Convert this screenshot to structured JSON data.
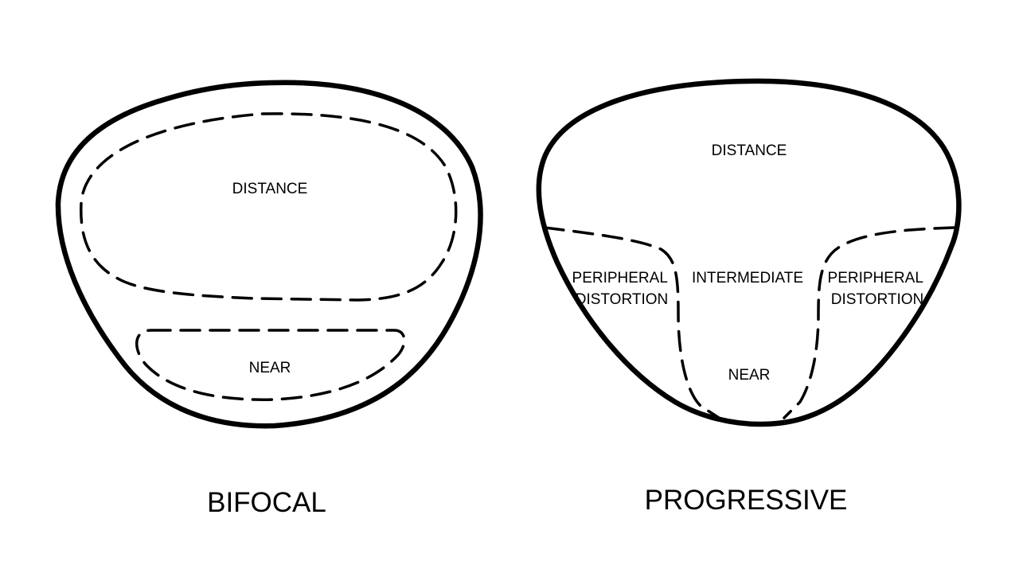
{
  "bifocal": {
    "caption": "BIFOCAL",
    "zones": {
      "distance": "DISTANCE",
      "near": "NEAR"
    }
  },
  "progressive": {
    "caption": "PROGRESSIVE",
    "zones": {
      "distance": "DISTANCE",
      "intermediate": "INTERMEDIATE",
      "near": "NEAR",
      "peripheral_left": [
        "PERIPHERAL",
        "DISTORTION"
      ],
      "peripheral_right": [
        "PERIPHERAL",
        "DISTORTION"
      ]
    }
  },
  "colors": {
    "line": "#000000",
    "background": "#ffffff"
  }
}
